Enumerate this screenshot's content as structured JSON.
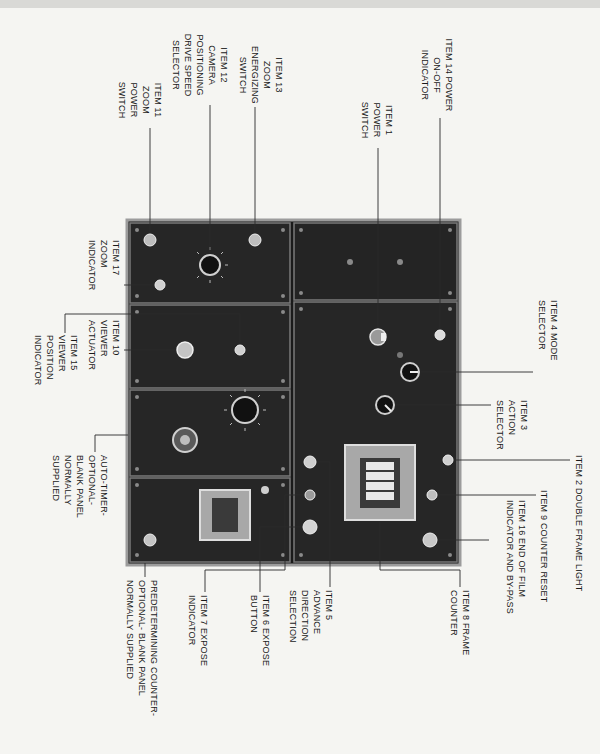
{
  "diagram": {
    "labels": [
      "ITEM 11 ZOOM POWER SWITCH",
      "ITEM 12 CAMERA POSITIONING DRIVE SPEED SELECTOR",
      "ITEM 13 ZOOM ENERGIZING SWITCH",
      "ITEM 1 POWER SWITCH",
      "ITEM 14 POWER ON-OFF INDICATOR",
      "ITEM 4 MODE SELECTOR",
      "ITEM 3 ACTION SELECTOR",
      "ITEM 2 DOUBLE FRAME LIGHT",
      "ITEM 9 COUNTER RESET",
      "ITEM 16 END OF FILM INDICATOR AND BY-PASS",
      "ITEM 8 FRAME COUNTER",
      "ITEM 5 ADVANCE DIRECTION SELECTION",
      "ITEM 6 EXPOSE BUTTON",
      "ITEM 7 EXPOSE INDICATOR",
      "PREDETERMINING COUNTER- OPTIONAL- BLANK PANEL NORMALLY SUPPLIED",
      "AUTO-TIMER- OPTIONAL- BLANK PANEL NORMALLY SUPPLIED",
      "ITEM 10 VIEWER ACTUATOR",
      "ITEM 15 VIEWER POSITION INDICATOR",
      "ITEM 17 ZOOM INDICATOR"
    ]
  }
}
